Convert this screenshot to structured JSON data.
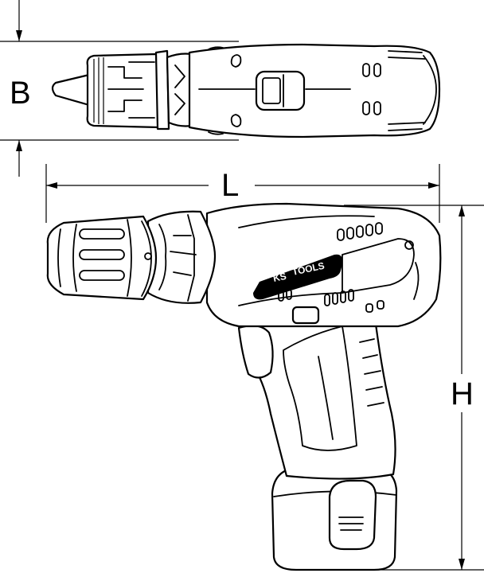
{
  "dimensions": {
    "width_label": "B",
    "length_label": "L",
    "height_label": "H"
  },
  "brand": {
    "logo_initials": "KS",
    "logo_word": "TOOLS"
  }
}
